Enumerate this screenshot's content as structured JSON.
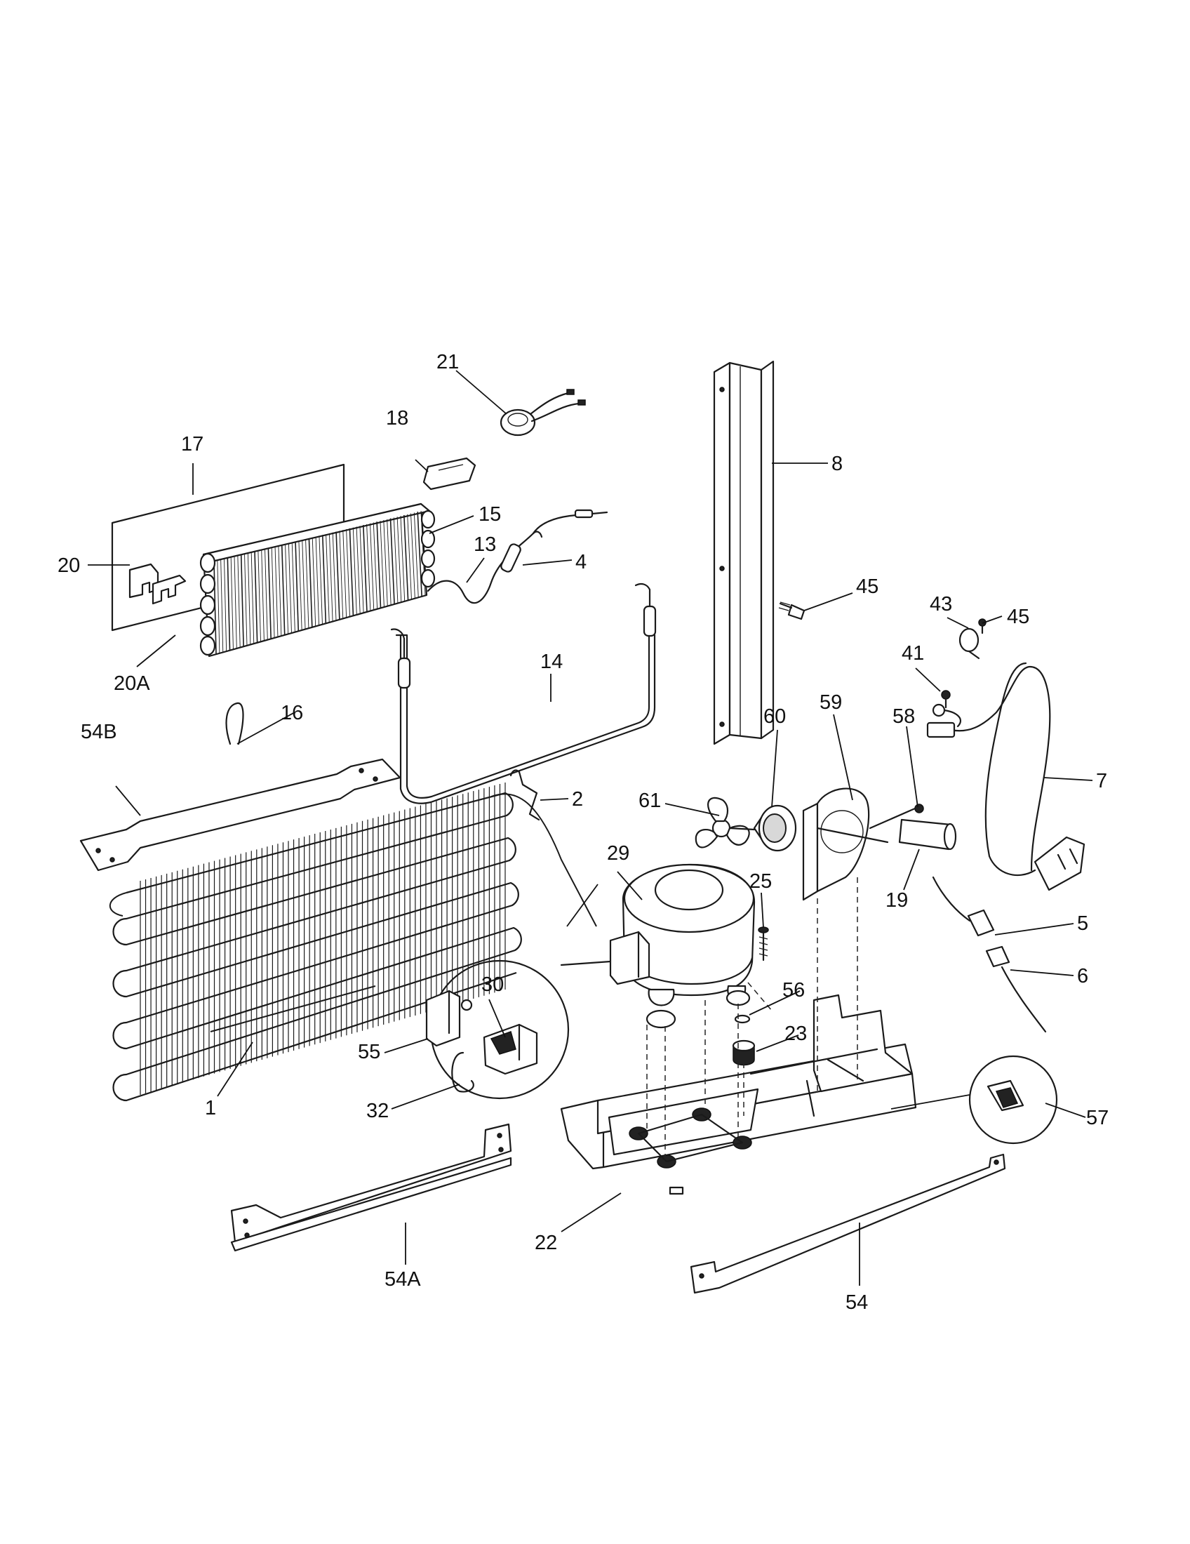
{
  "diagram": {
    "callouts": {
      "c1": "1",
      "c2": "2",
      "c4": "4",
      "c5": "5",
      "c6": "6",
      "c7": "7",
      "c8": "8",
      "c13": "13",
      "c14": "14",
      "c15": "15",
      "c16": "16",
      "c17": "17",
      "c18": "18",
      "c19": "19",
      "c20": "20",
      "c20A": "20A",
      "c21": "21",
      "c22": "22",
      "c23": "23",
      "c25": "25",
      "c29": "29",
      "c30": "30",
      "c32": "32",
      "c41": "41",
      "c43": "43",
      "c45a": "45",
      "c45b": "45",
      "c54": "54",
      "c54A": "54A",
      "c54B": "54B",
      "c55": "55",
      "c56": "56",
      "c57": "57",
      "c58": "58",
      "c59": "59",
      "c60": "60",
      "c61": "61"
    }
  }
}
